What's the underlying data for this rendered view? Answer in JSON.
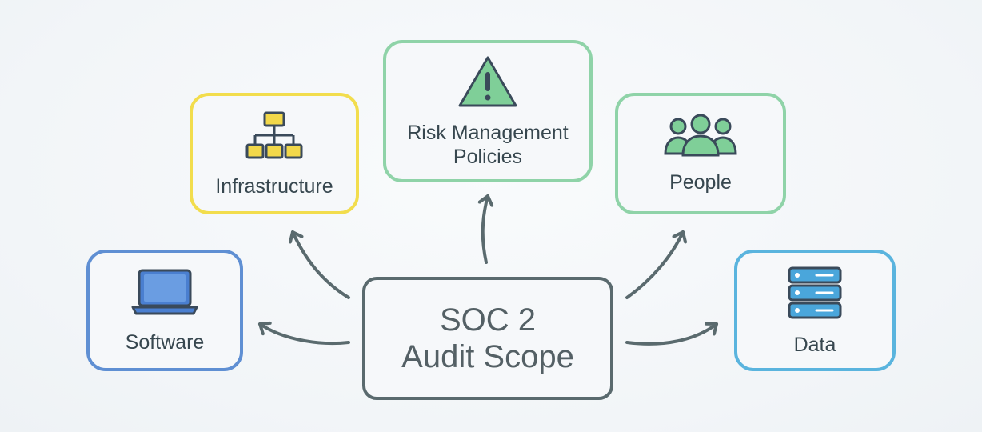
{
  "center": {
    "line1": "SOC 2",
    "line2": "Audit Scope"
  },
  "nodes": {
    "software": {
      "label": "Software",
      "icon": "laptop-icon",
      "color": "#5f8fd3"
    },
    "infrastructure": {
      "label": "Infrastructure",
      "icon": "network-hierarchy-icon",
      "color": "#f2dd4d"
    },
    "risk": {
      "label_line1": "Risk Management",
      "label_line2": "Policies",
      "icon": "warning-triangle-icon",
      "color": "#8fd3a8"
    },
    "people": {
      "label": "People",
      "icon": "people-group-icon",
      "color": "#8fd3a8"
    },
    "data": {
      "label": "Data",
      "icon": "server-stack-icon",
      "color": "#5ab4de"
    }
  },
  "colors": {
    "arrow": "#5a6a6e",
    "text": "#37474f",
    "center_border": "#5a6a6e"
  }
}
